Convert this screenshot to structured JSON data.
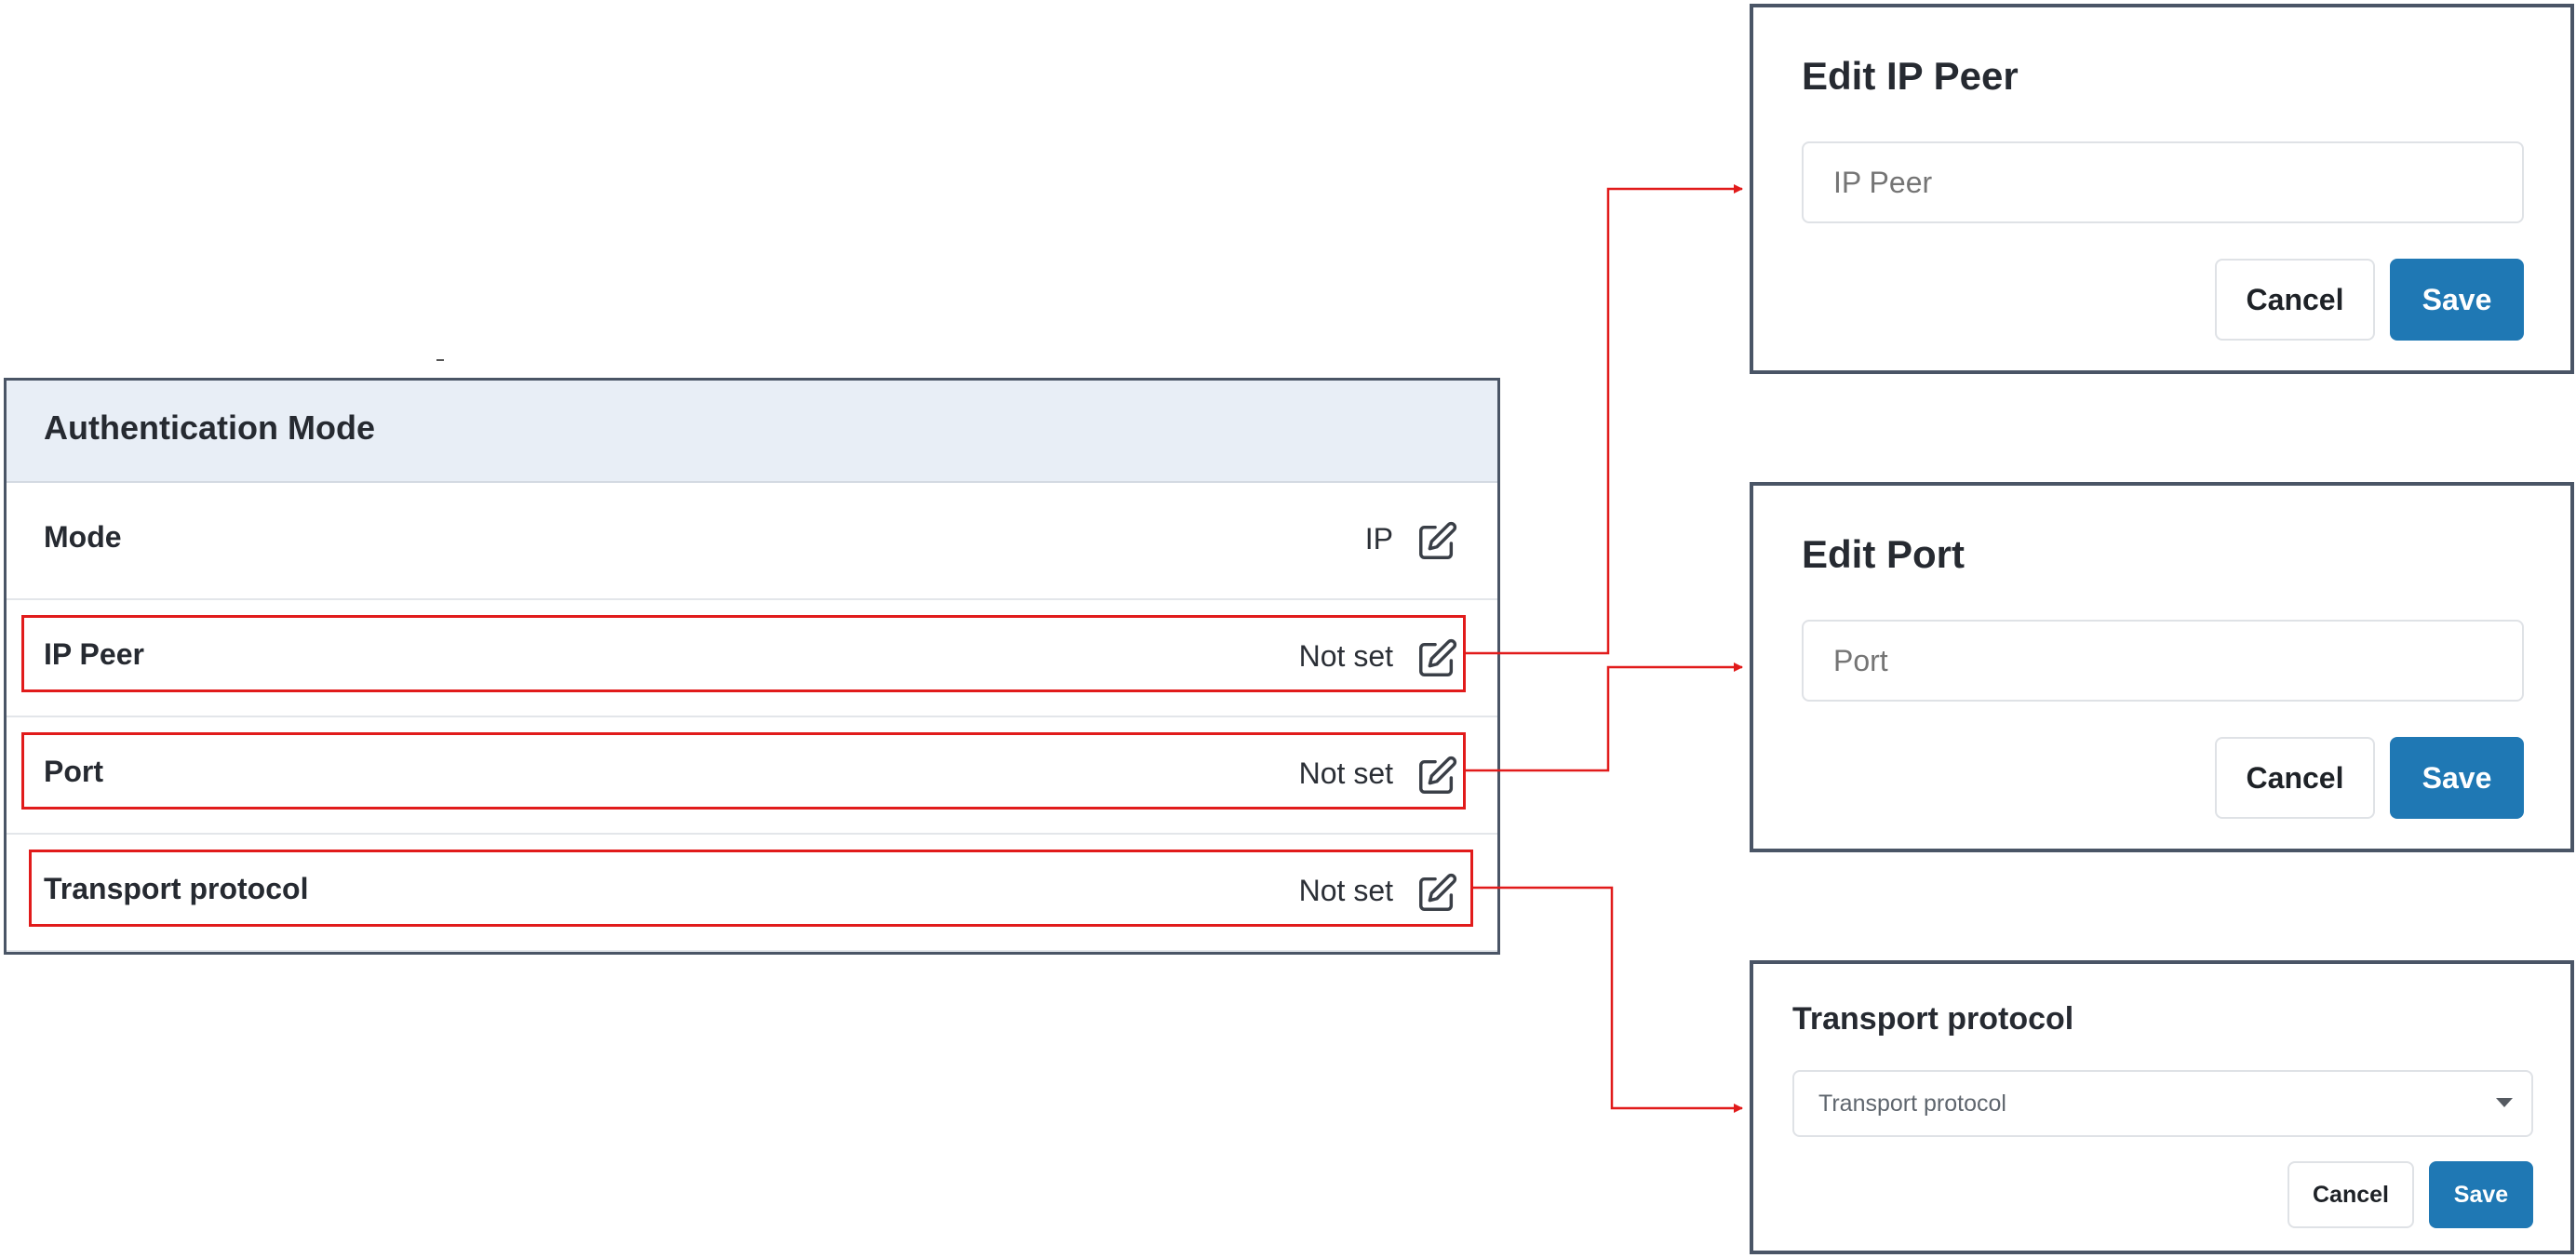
{
  "auth_panel": {
    "title": "Authentication Mode",
    "rows": [
      {
        "label": "Mode",
        "value": "IP"
      },
      {
        "label": "IP Peer",
        "value": "Not set"
      },
      {
        "label": "Port",
        "value": "Not set"
      },
      {
        "label": "Transport protocol",
        "value": "Not set"
      }
    ],
    "edit_icon": "edit-pencil-square-icon"
  },
  "dialogs": {
    "ip_peer": {
      "title": "Edit IP Peer",
      "placeholder": "IP Peer",
      "value": "",
      "cancel": "Cancel",
      "save": "Save"
    },
    "port": {
      "title": "Edit Port",
      "placeholder": "Port",
      "value": "",
      "cancel": "Cancel",
      "save": "Save"
    },
    "transport": {
      "title": "Transport protocol",
      "select_placeholder": "Transport protocol",
      "cancel": "Cancel",
      "save": "Save"
    }
  },
  "colors": {
    "highlight": "#e11b1b",
    "save_button": "#1f78b4",
    "header_bg": "#e8eef6"
  }
}
